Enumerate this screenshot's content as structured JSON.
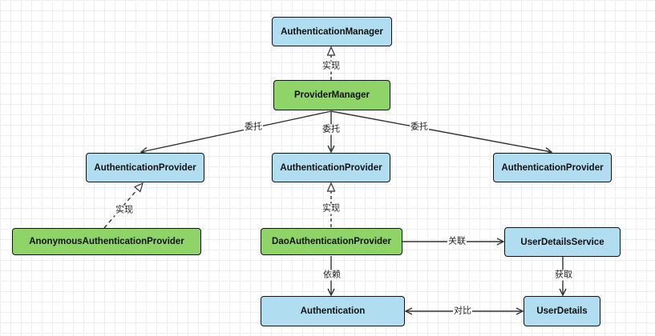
{
  "nodes": {
    "authentication_manager": "AuthenticationManager",
    "provider_manager": "ProviderManager",
    "authentication_provider_left": "AuthenticationProvider",
    "authentication_provider_center": "AuthenticationProvider",
    "authentication_provider_right": "AuthenticationProvider",
    "anonymous_authentication_provider": "AnonymousAuthenticationProvider",
    "dao_authentication_provider": "DaoAuthenticationProvider",
    "user_details_service": "UserDetailsService",
    "authentication": "Authentication",
    "user_details": "UserDetails"
  },
  "edges": {
    "implements_manager": "实现",
    "delegate_left": "委托",
    "delegate_center": "委托",
    "delegate_right": "委托",
    "implements_anonymous": "实现",
    "implements_dao": "实现",
    "associates": "关联",
    "depends_on": "依赖",
    "obtains": "获取",
    "compares": "对比"
  },
  "colors": {
    "interface_fill": "#b1ddf0",
    "class_fill": "#8fd468",
    "line": "#333333"
  }
}
